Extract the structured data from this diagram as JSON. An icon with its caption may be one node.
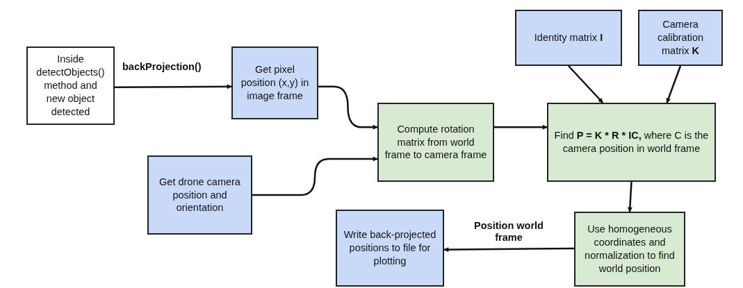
{
  "diagram": {
    "nodes": [
      {
        "text": [
          "Inside detectObjects() method and new object detected"
        ]
      },
      {
        "text": [
          "Get pixel position (x,y) in image frame"
        ]
      },
      {
        "text": [
          "Compute rotation matrix from world frame to camera frame"
        ]
      },
      {
        "text": [
          "Identity matrix **I**"
        ]
      },
      {
        "text": [
          "Camera calibration matrix **K**"
        ]
      },
      {
        "text": [
          "Find **P = K * R * IC,** where C is the camera position in world frame"
        ]
      },
      {
        "text": [
          "Get drone camera position and orientation"
        ]
      },
      {
        "text": [
          "Write back-projected positions to file for plotting"
        ]
      },
      {
        "text": [
          "Use homogeneous coordinates and normalization to find world position"
        ]
      }
    ],
    "edges": [
      {
        "from": 0,
        "to": 1,
        "arrow": "to",
        "label": "backProjection()"
      },
      {
        "from": 1,
        "to": 2,
        "arrow": "to"
      },
      {
        "from": 6,
        "to": 2,
        "arrow": "to"
      },
      {
        "from": 2,
        "to": 5,
        "arrow": "to"
      },
      {
        "from": 3,
        "to": 5,
        "arrow": "to"
      },
      {
        "from": 4,
        "to": 5,
        "arrow": "to"
      },
      {
        "from": 5,
        "to": 8,
        "arrow": "to"
      },
      {
        "from": 8,
        "to": 7,
        "arrow": "to",
        "label": "Position world frame"
      }
    ]
  }
}
